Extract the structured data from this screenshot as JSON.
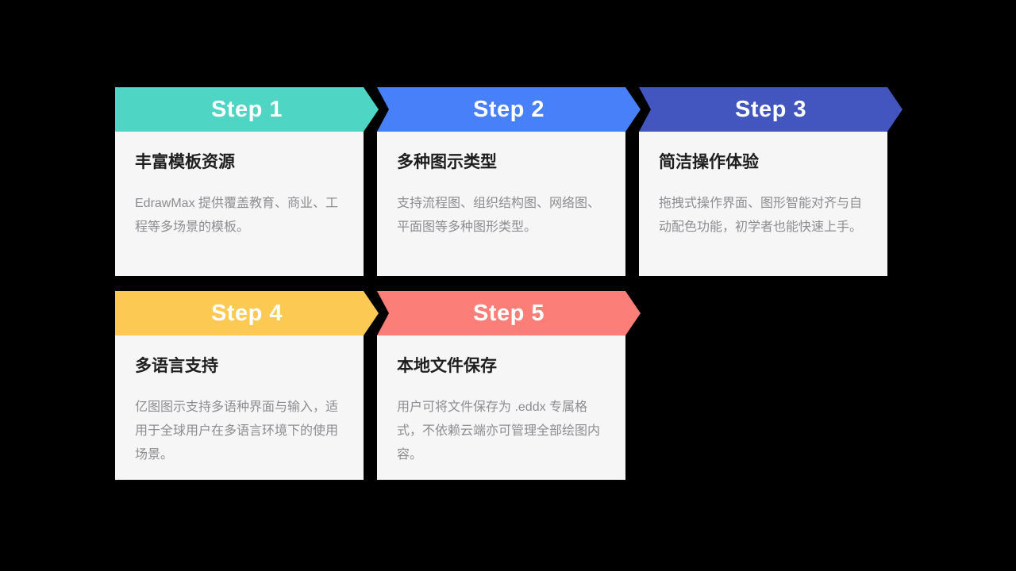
{
  "canvas": {
    "background_color": "#000000",
    "card_background_color": "#F6F6F7",
    "title_text_color": "#1e1e1e",
    "body_text_color": "#8d8d91",
    "banner_text_color": "#ffffff"
  },
  "steps": [
    {
      "label": "Step 1",
      "color": "#4FD5C3",
      "title": "丰富模板资源",
      "body": "EdrawMax 提供覆盖教育、商业、工程等多场景的模板。"
    },
    {
      "label": "Step 2",
      "color": "#4880FA",
      "title": "多种图示类型",
      "body": "支持流程图、组织结构图、网络图、平面图等多种图形类型。"
    },
    {
      "label": "Step 3",
      "color": "#4355BE",
      "title": "简洁操作体验",
      "body": "拖拽式操作界面、图形智能对齐与自动配色功能，初学者也能快速上手。"
    },
    {
      "label": "Step 4",
      "color": "#FCCA53",
      "title": "多语言支持",
      "body": "亿图图示支持多语种界面与输入，适用于全球用户在多语言环境下的使用场景。"
    },
    {
      "label": "Step 5",
      "color": "#FC7E79",
      "title": "本地文件保存",
      "body": "用户可将文件保存为 .eddx 专属格式，不依赖云端亦可管理全部绘图内容。"
    }
  ]
}
